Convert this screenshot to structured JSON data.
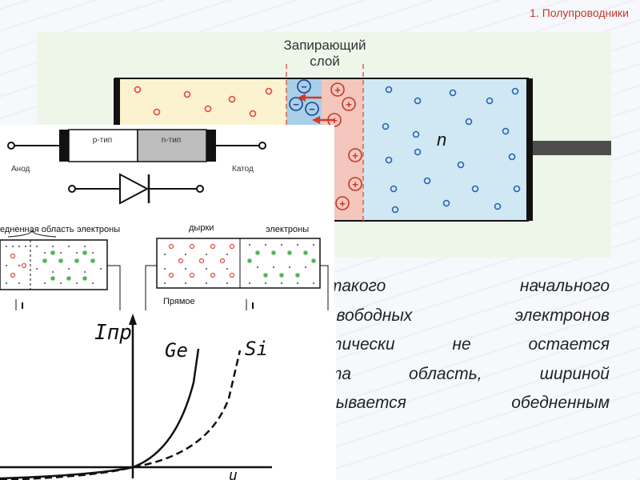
{
  "slide": {
    "title": "1. Полупроводники"
  },
  "junction": {
    "label_line1": "Запирающий",
    "label_line2": "слой",
    "n_label": "n",
    "minus_sign": "−",
    "plus_sign": "+"
  },
  "diode": {
    "p_type": "p-тип",
    "n_type": "n-тип",
    "anode": "Анод",
    "cathode": "Катод"
  },
  "lattice": {
    "depleted_region": "едненная область",
    "electrons_left": "электроны",
    "holes": "дырки",
    "electrons_right": "электроны",
    "forward": "Прямое"
  },
  "graph": {
    "y_label": "Iпр",
    "ge_label": "Ge",
    "si_label": "Si"
  },
  "text": {
    "lines": [
      "такого начального",
      "свободных электронов",
      "тически не остается",
      "та область, шириной",
      "зывается обедненным"
    ]
  },
  "colors": {
    "title": "#c0392b",
    "p_region": "#fbf2cf",
    "n_region": "#cfe8f3",
    "depletion_p": "#a9cfe8",
    "depletion_n": "#f4c6bd",
    "hole": "#e0483c",
    "electron": "#2a63b5"
  }
}
